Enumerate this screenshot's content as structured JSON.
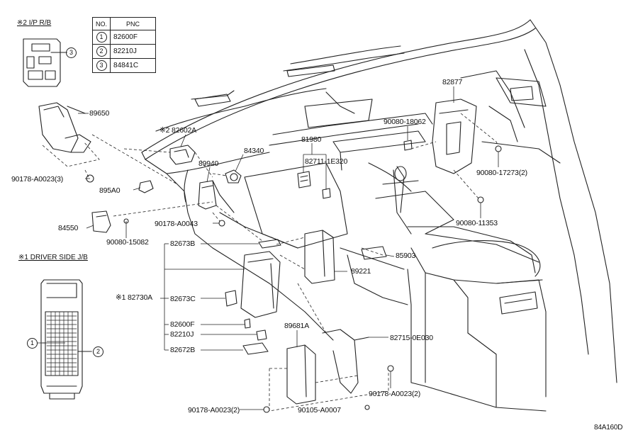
{
  "diagram_id": "84A160D",
  "headers": {
    "ip_rb": "※2 I/P R/B",
    "driver_jb": "※1 DRIVER SIDE J/B"
  },
  "pnc_table": {
    "col_no": "NO.",
    "col_pnc": "PNC",
    "rows": [
      {
        "no": "1",
        "pnc": "82600F"
      },
      {
        "no": "2",
        "pnc": "82210J"
      },
      {
        "no": "3",
        "pnc": "84841C"
      }
    ]
  },
  "callouts": {
    "c1": "1",
    "c2": "2",
    "c3": "3"
  },
  "labels": {
    "p89650": "89650",
    "p90178_3": "90178-A0023(3)",
    "p82602a": "※2 82602A",
    "p89940": "89940",
    "p84340": "84340",
    "p81980": "81980",
    "p82711": "82711-1E320",
    "p895a0": "895A0",
    "p84550": "84550",
    "p90080_15082": "90080-15082",
    "p90178_a0043": "90178-A0043",
    "p82673b": "82673B",
    "p82730a": "※1 82730A",
    "p82673c": "82673C",
    "p82600f": "82600F",
    "p82210j": "82210J",
    "p82672b": "82672B",
    "p89681a": "89681A",
    "p85903": "85903",
    "p89221": "89221",
    "p82715": "82715-0E030",
    "p90178_2a": "90178-A0023(2)",
    "p90178_2b": "90178-A0023(2)",
    "p90105": "90105-A0007",
    "p82877": "82877",
    "p90080_18062": "90080-18062",
    "p90080_17273": "90080-17273(2)",
    "p90080_11353": "90080-11353"
  }
}
